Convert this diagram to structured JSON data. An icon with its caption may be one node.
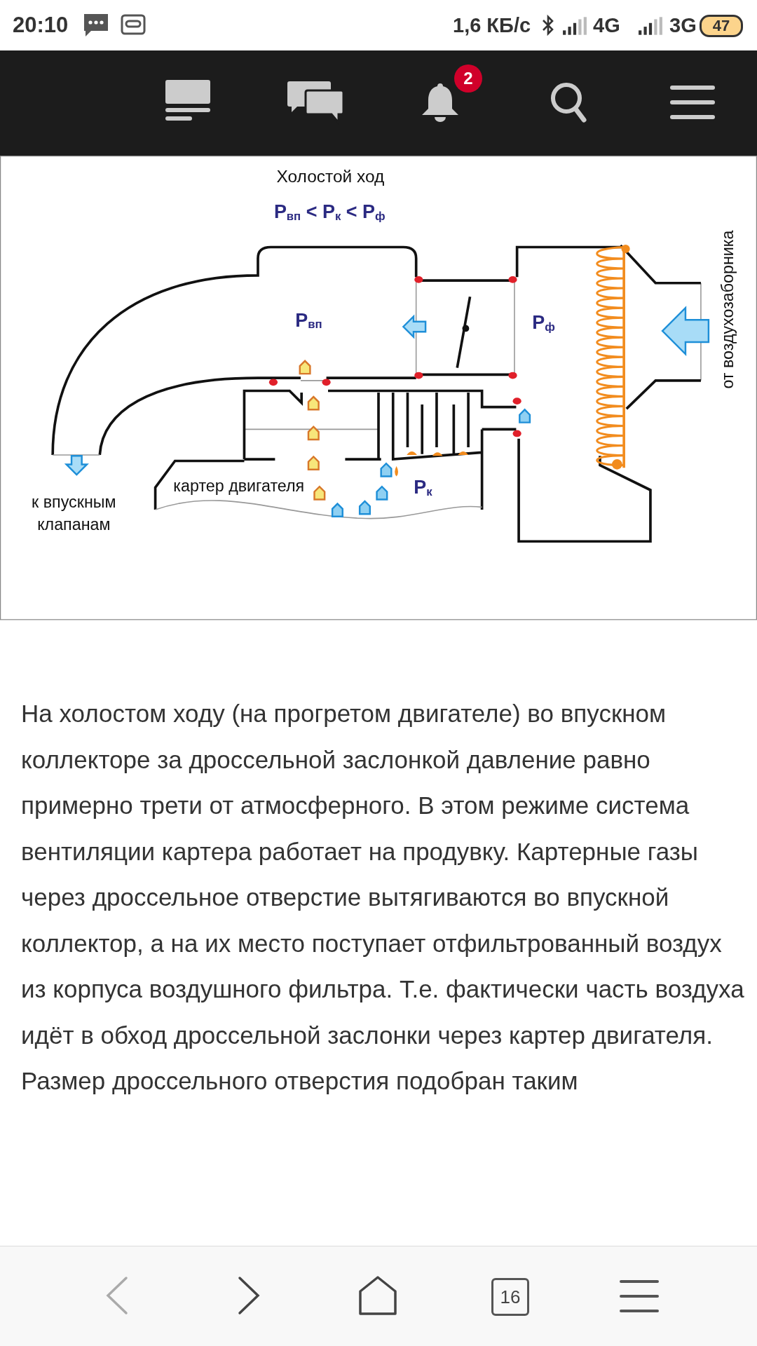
{
  "diagram": {
    "title": "Холостой ход",
    "labels": [
      "20:10",
      "1,6 КБ/с",
      "4G",
      "3G",
      "47",
      "2",
      "P$_{вп}$ < P$_{к}$ < P$_{ф}$",
      "P$_{вп}$",
      "P$_{ф}$",
      "от воздухозаборника",
      "картер двигателя",
      "P$_{к}$",
      "к впускным клапанам",
      "На холостом ходу (на прогретом двигателе) во впускном коллекторе за дроссельной заслонкой давление равно примерно трети от атмосферного. В этом режиме система вентиляции картера работает на продувку. Картерные газы через дроссельное отверстие вытягиваются во впускной коллектор, а на их место поступает отфильтрованный воздух из корпуса воздушного фильтра. Т.е. фактически часть воздуха идёт в обход дроссельной заслонки через картер двигателя. Размер дроссельного отверстия подобран таким",
      "16"
    ]
  }
}
